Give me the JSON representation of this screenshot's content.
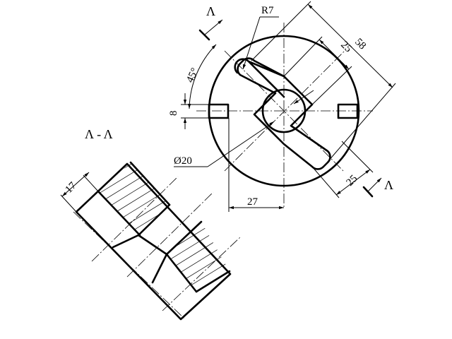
{
  "drawing": {
    "section_mark": "Λ",
    "section_title": "Λ - Λ",
    "dimensions": {
      "radius_slot": "R7",
      "overall_length": "58",
      "slot_length": "25",
      "slot_length_lower": "25",
      "angle": "45°",
      "slot_width": "8",
      "hole_diameter": "Ø20",
      "offset": "27",
      "section_depth": "17"
    }
  }
}
